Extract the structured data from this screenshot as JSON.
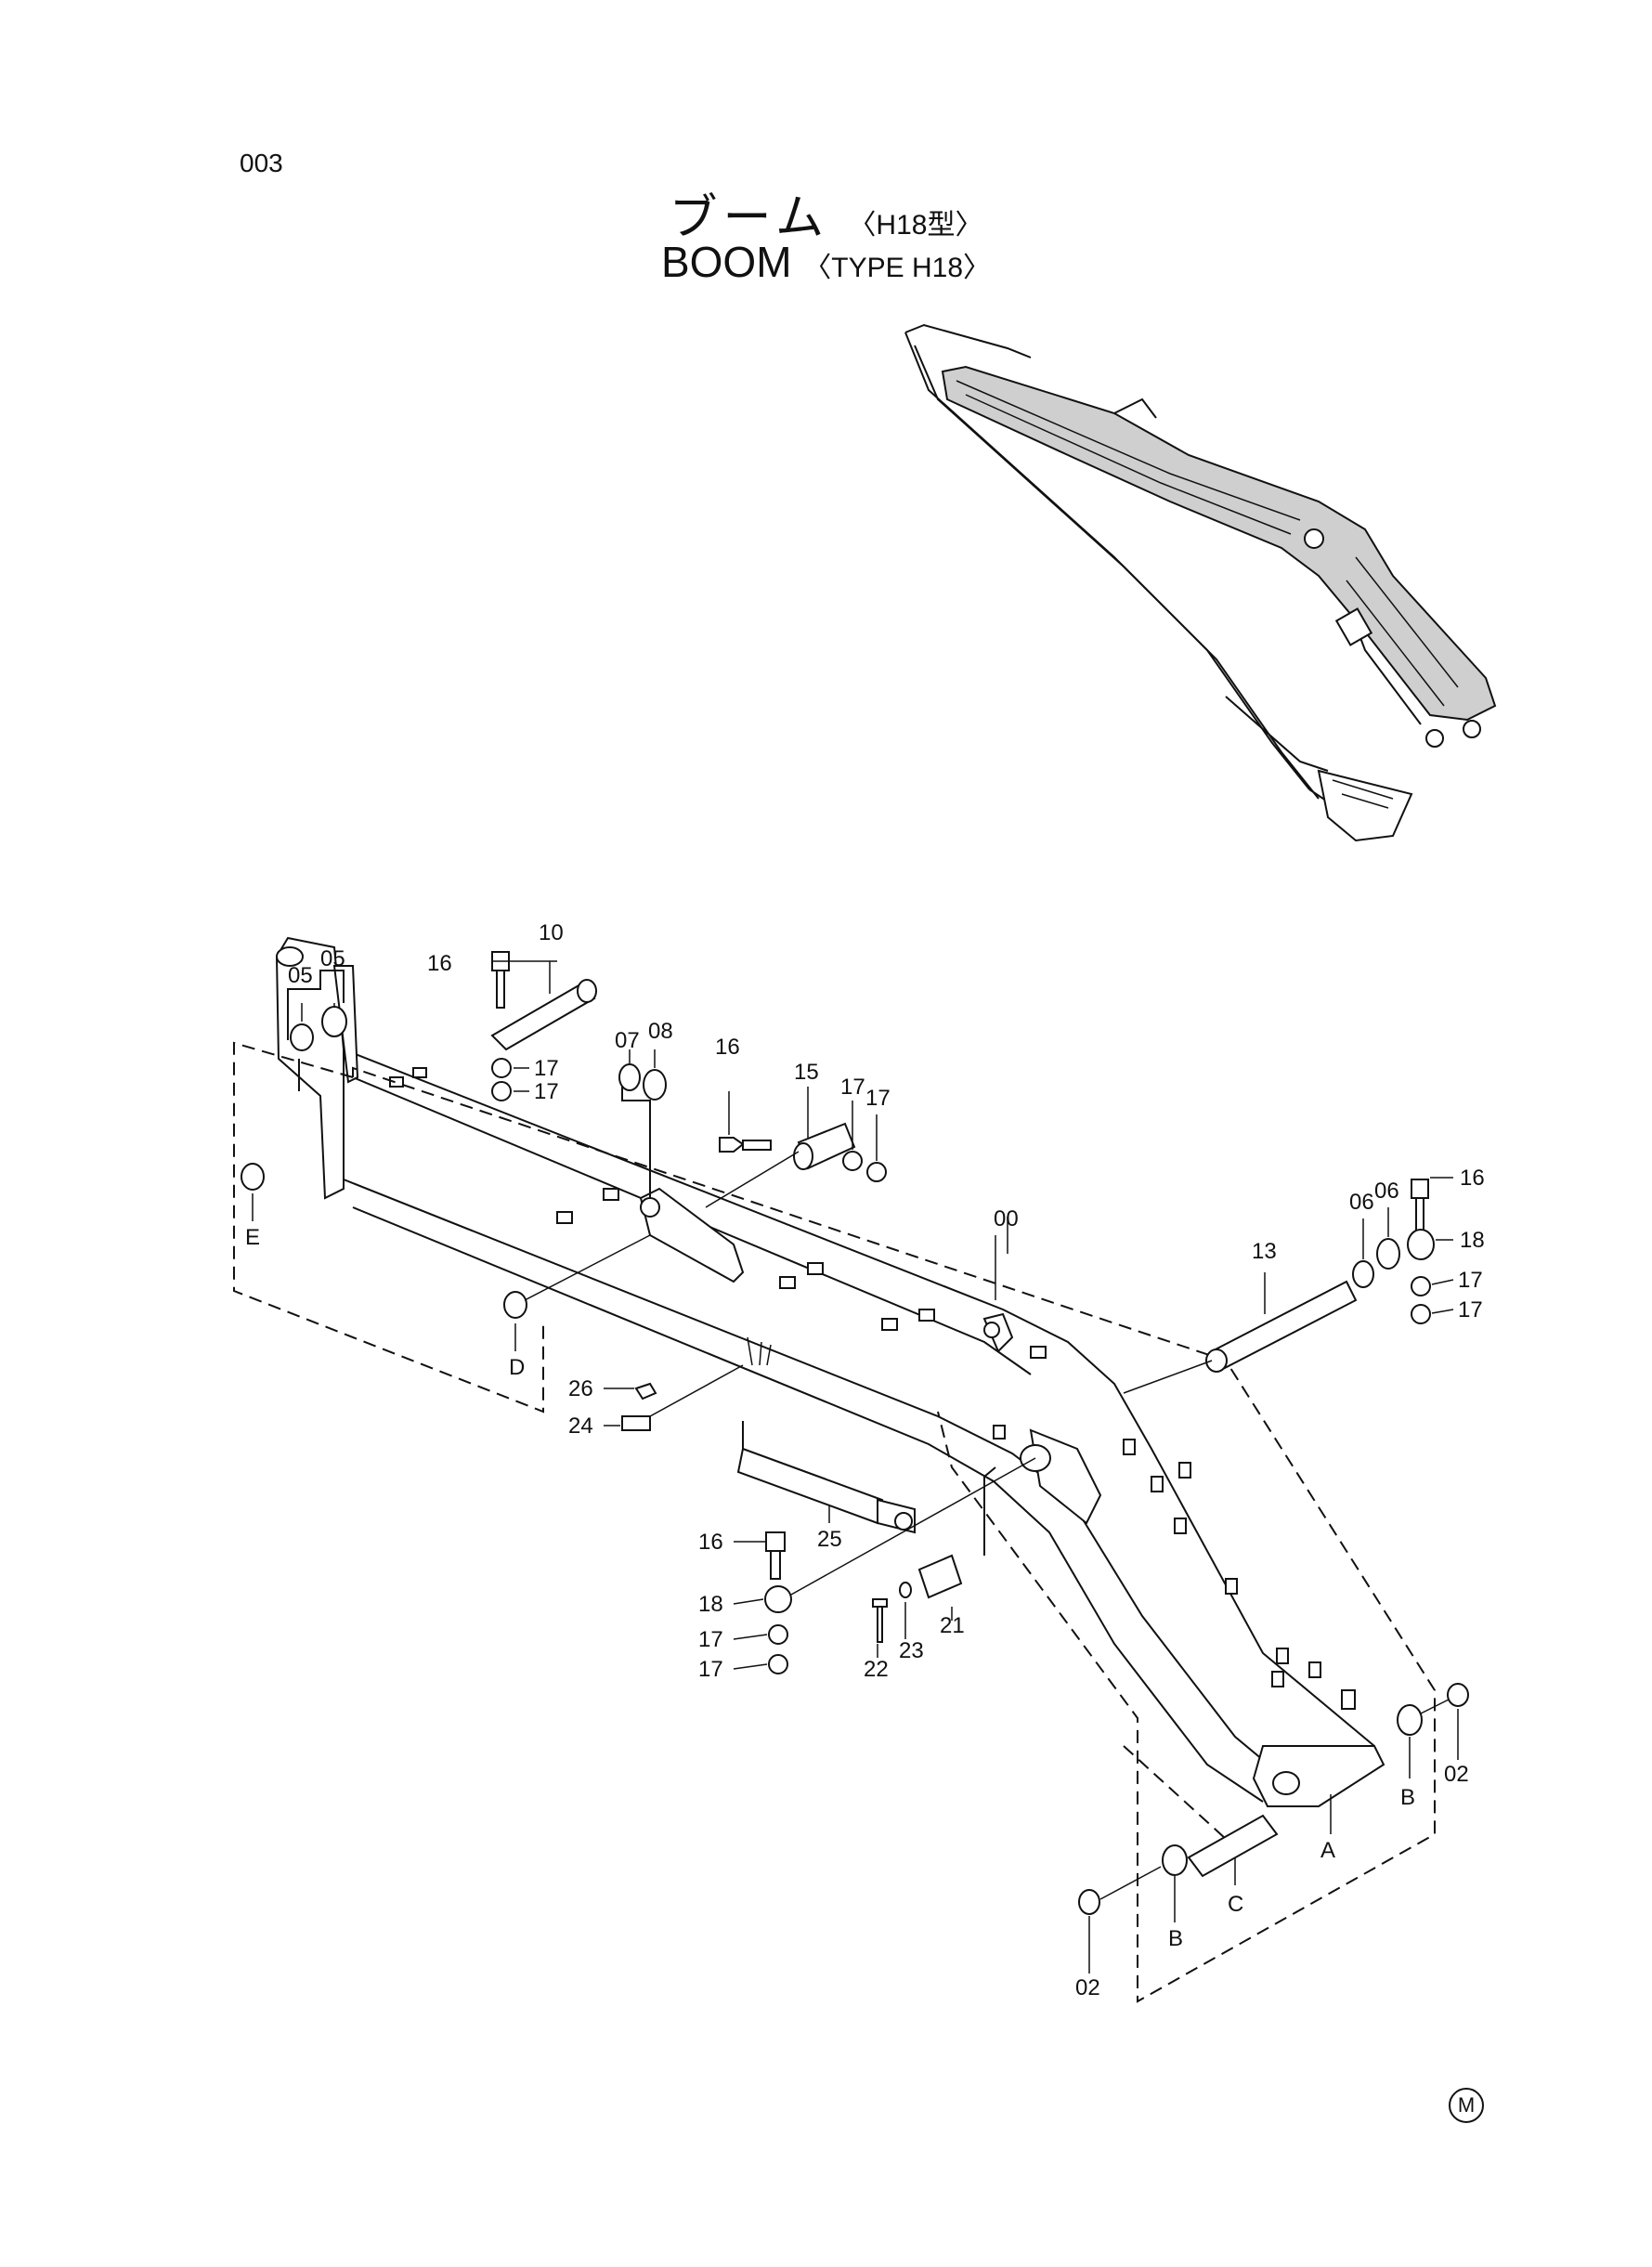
{
  "header": {
    "page_number": "003",
    "title_jp": "ブーム",
    "title_jp_sub": "〈H18型〉",
    "title_en": "BOOM",
    "title_en_sub": "〈TYPE H18〉"
  },
  "callouts": {
    "c00": "00",
    "c02a": "02",
    "c02b": "02",
    "c05a": "05",
    "c05b": "05",
    "c06a": "06",
    "c06b": "06",
    "c07": "07",
    "c08": "08",
    "c10": "10",
    "c13": "13",
    "c15": "15",
    "c16a": "16",
    "c16b": "16",
    "c16c": "16",
    "c16d": "16",
    "c17a": "17",
    "c17b": "17",
    "c17c": "17",
    "c17d": "17",
    "c17e": "17",
    "c17f": "17",
    "c17g": "17",
    "c17h": "17",
    "c18a": "18",
    "c18b": "18",
    "c21": "21",
    "c22": "22",
    "c23": "23",
    "c24": "24",
    "c25": "25",
    "c26": "26",
    "cA": "A",
    "cBa": "B",
    "cBb": "B",
    "cC": "C",
    "cD": "D",
    "cE": "E"
  },
  "footer": {
    "mark": "M"
  }
}
